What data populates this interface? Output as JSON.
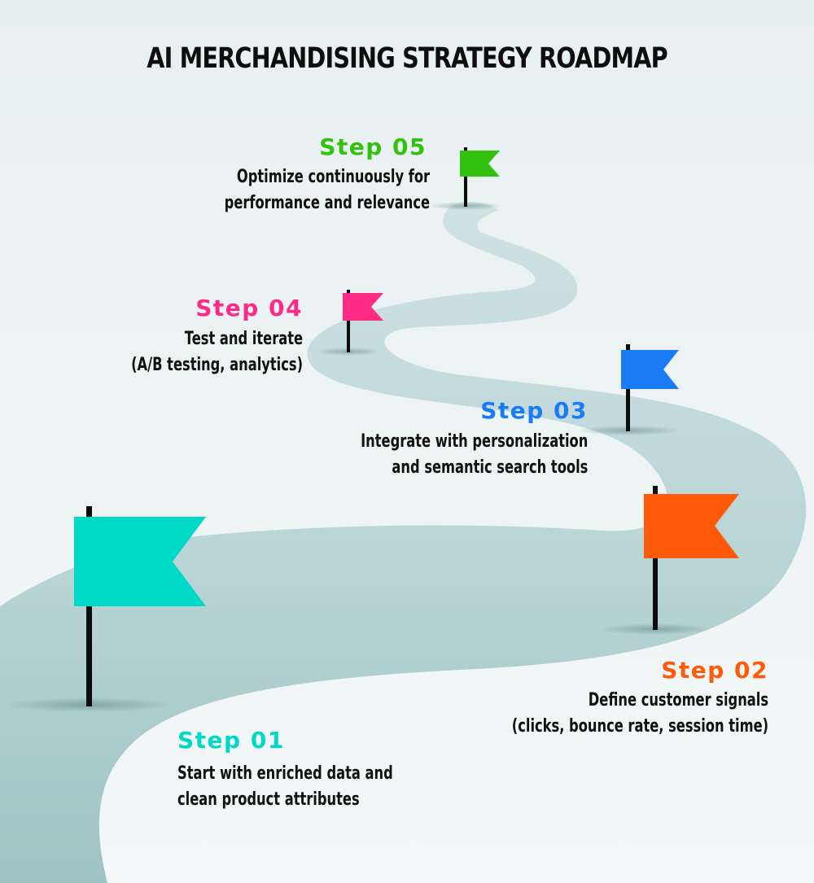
{
  "title": "AI MERCHANDISING STRATEGY ROADMAP",
  "colors": {
    "road": "#b5d2d3",
    "step01": "#00d9c7",
    "step02": "#ff5a0a",
    "step03": "#1a7cf5",
    "step04": "#ff2a86",
    "step05": "#33c10f",
    "pole": "#0c0c0c"
  },
  "steps": [
    {
      "label": "Step 01",
      "lines": [
        "Start with enriched data and",
        "clean product attributes"
      ]
    },
    {
      "label": "Step 02",
      "lines": [
        "Define customer signals",
        "(clicks, bounce rate, session time)"
      ]
    },
    {
      "label": "Step 03",
      "lines": [
        "Integrate with personalization",
        "and semantic search tools"
      ]
    },
    {
      "label": "Step 04",
      "lines": [
        "Test and iterate",
        "(A/B testing, analytics)"
      ]
    },
    {
      "label": "Step 05",
      "lines": [
        "Optimize continuously for",
        "performance and relevance"
      ]
    }
  ]
}
